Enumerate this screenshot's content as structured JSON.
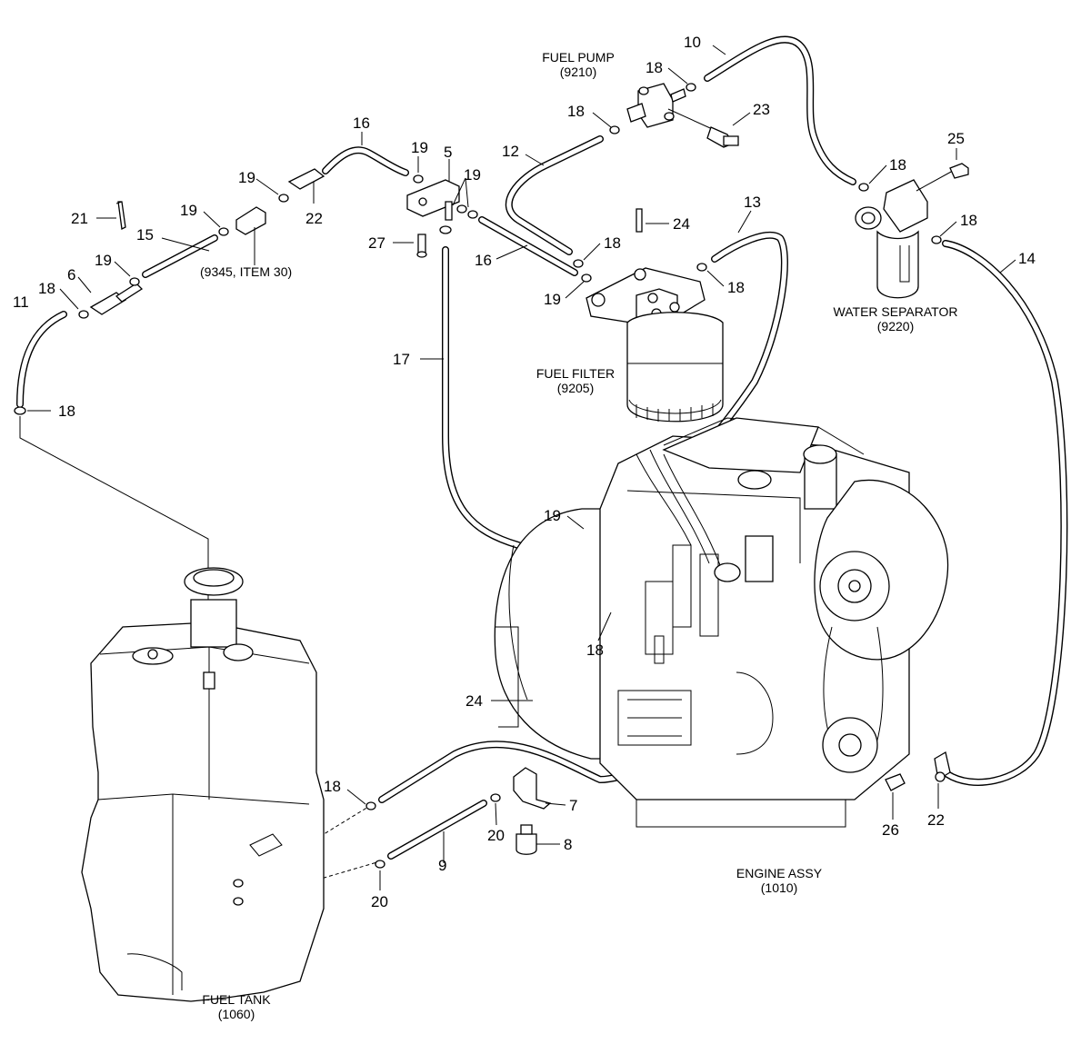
{
  "captions": {
    "fuel_pump": [
      "FUEL PUMP",
      "(9210)"
    ],
    "water_separator": [
      "WATER SEPARATOR",
      "(9220)"
    ],
    "fuel_filter": [
      "FUEL FILTER",
      "(9205)"
    ],
    "engine_assy": [
      "ENGINE ASSY",
      "(1010)"
    ],
    "fuel_tank": [
      "FUEL TANK",
      "(1060)"
    ],
    "ref_9345": "(9345, ITEM 30)"
  },
  "callouts": {
    "n10": "10",
    "n18_pump_top": "18",
    "n23": "23",
    "n18_pump_left": "18",
    "n12": "12",
    "n16_top": "16",
    "n19_top": "19",
    "n5": "5",
    "n19_bracket": "19",
    "n19_left_a": "19",
    "n22_top": "22",
    "n21": "21",
    "n19_left_b": "19",
    "n15": "15",
    "n19_left_c": "19",
    "n6": "6",
    "n18_left": "18",
    "n11": "11",
    "n18_tank_line": "18",
    "n27": "27",
    "n16_mid": "16",
    "n18_filter_a": "18",
    "n24_top": "24",
    "n13": "13",
    "n18_filter_b": "18",
    "n19_filter": "19",
    "n18_sep_a": "18",
    "n25": "25",
    "n18_sep_b": "18",
    "n14": "14",
    "n17": "17",
    "n19_engine": "19",
    "n18_engine": "18",
    "n24_bottom": "24",
    "n18_bottom": "18",
    "n7": "7",
    "n20_a": "20",
    "n9": "9",
    "n8": "8",
    "n20_b": "20",
    "n26": "26",
    "n22_bottom": "22"
  },
  "icons": [
    "fuel-pump-icon",
    "water-separator-icon",
    "fuel-filter-icon",
    "engine-icon",
    "fuel-tank-icon",
    "clamp-icon",
    "bracket-icon"
  ]
}
